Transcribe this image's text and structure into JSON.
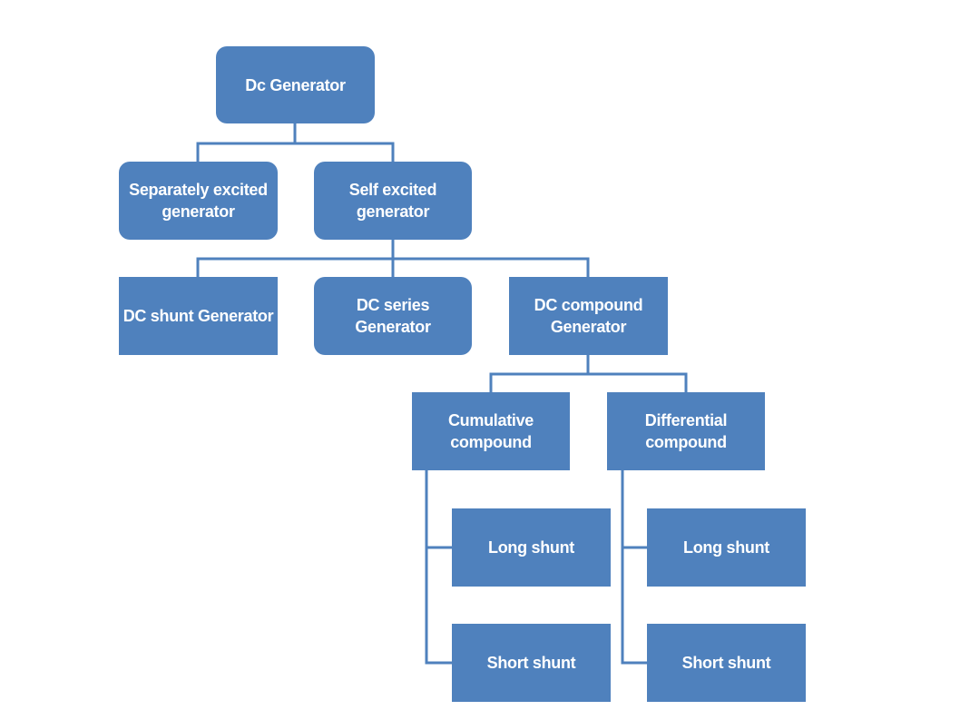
{
  "colors": {
    "node_fill": "#4f81bd",
    "connector": "#4f81bd",
    "text": "#ffffff",
    "background": "#ffffff"
  },
  "nodes": {
    "root": {
      "label": "Dc Generator"
    },
    "separately_excited": {
      "label": "Separately excited generator"
    },
    "self_excited": {
      "label": "Self excited generator"
    },
    "dc_shunt": {
      "label": "DC shunt Generator"
    },
    "dc_series": {
      "label": "DC series Generator"
    },
    "dc_compound": {
      "label": "DC compound Generator"
    },
    "cumulative": {
      "label": "Cumulative compound"
    },
    "differential": {
      "label": "Differential compound"
    },
    "cumulative_long": {
      "label": "Long shunt"
    },
    "cumulative_short": {
      "label": "Short shunt"
    },
    "differential_long": {
      "label": "Long shunt"
    },
    "differential_short": {
      "label": "Short shunt"
    }
  }
}
